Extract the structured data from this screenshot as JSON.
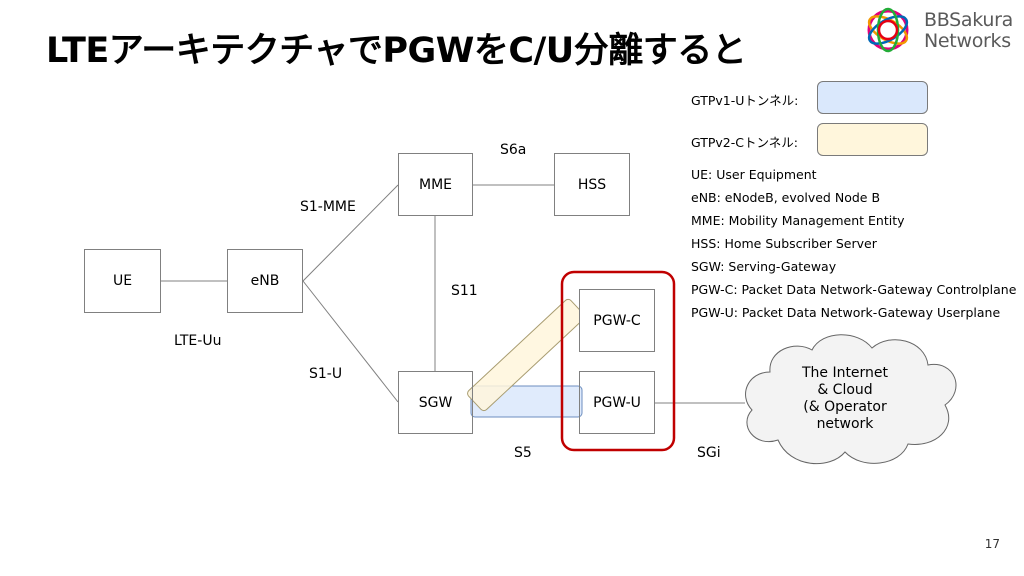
{
  "title": "LTEアーキテクチャでPGWをC/U分離すると",
  "logo": {
    "line1": "BBSakura",
    "line2": "Networks"
  },
  "nodes": {
    "ue": "UE",
    "enb": "eNB",
    "mme": "MME",
    "hss": "HSS",
    "sgw": "SGW",
    "pgwc": "PGW-C",
    "pgwu": "PGW-U"
  },
  "interfaces": {
    "lte_uu": "LTE-Uu",
    "s1_mme": "S1-MME",
    "s1_u": "S1-U",
    "s6a": "S6a",
    "s11": "S11",
    "s5": "S5",
    "sgi": "SGi"
  },
  "cloud": {
    "text_lines": [
      "The Internet",
      "& Cloud",
      "(& Operator",
      "network"
    ]
  },
  "legend": {
    "gtpv1_label": "GTPv1-Uトンネル:",
    "gtpv2_label": "GTPv2-Cトンネル:",
    "gtpv1_color": "#dae8fc",
    "gtpv2_color": "#fff6dc",
    "abbreviations": [
      "UE: User Equipment",
      "eNB: eNodeB, evolved Node B",
      "MME: Mobility Management Entity",
      "HSS: Home Subscriber Server",
      "SGW: Serving-Gateway",
      "PGW-C: Packet Data Network-Gateway Controlplane",
      "PGW-U: Packet Data Network-Gateway Userplane"
    ]
  },
  "highlight_color": "#c00000",
  "page_number": "17"
}
